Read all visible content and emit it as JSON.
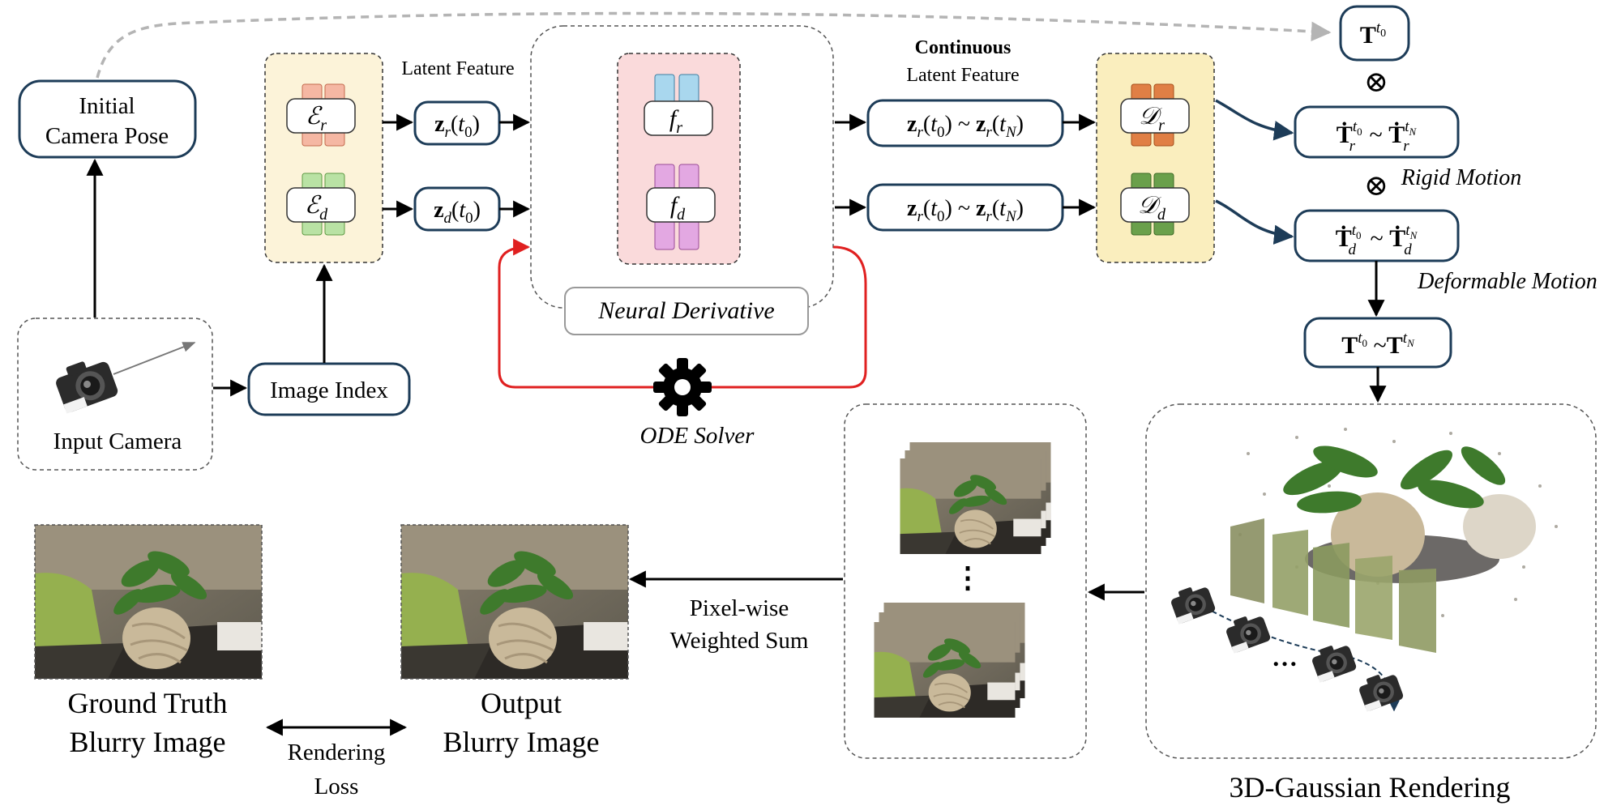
{
  "nodes": {
    "initial_pose": {
      "line1": "Initial",
      "line2": "Camera Pose"
    },
    "input_camera": "Input Camera",
    "image_index": "Image Index",
    "latent_feature_label": "Latent Feature",
    "continuous_label": {
      "line1": "Continuous",
      "line2": "Latent Feature"
    },
    "neural_derivative": "Neural Derivative",
    "ode_solver": "ODE Solver",
    "rigid_motion": "Rigid Motion",
    "deformable_motion": "Deformable Motion",
    "gaussian_rendering": "3D-Gaussian Rendering",
    "weighted_sum": {
      "line1": "Pixel-wise",
      "line2": "Weighted Sum"
    },
    "ground_truth": {
      "line1": "Ground Truth",
      "line2": "Blurry Image"
    },
    "output": {
      "line1": "Output",
      "line2": "Blurry Image"
    },
    "rendering_loss": {
      "line1": "Rendering",
      "line2": "Loss"
    },
    "ellipsis": "…",
    "vdots": "⋮"
  },
  "math": {
    "enc_r": {
      "base": "ℰ",
      "sub": "r"
    },
    "enc_d": {
      "base": "ℰ",
      "sub": "d"
    },
    "f_r": {
      "base": "f",
      "sub": "r"
    },
    "f_d": {
      "base": "f",
      "sub": "d"
    },
    "dec_r": {
      "base": "𝒟",
      "sub": "r"
    },
    "dec_d": {
      "base": "𝒟",
      "sub": "d"
    },
    "z_r_t0": {
      "z": "z",
      "zsub": "r",
      "t": "t",
      "tsub": "0"
    },
    "z_d_t0": {
      "z": "z",
      "zsub": "d",
      "t": "t",
      "tsub": "0"
    },
    "z_range_top": {
      "z": "z",
      "zsub": "r",
      "t": "t",
      "tsub0": "0",
      "tsubN": "N",
      "sep": " ~ "
    },
    "z_range_bottom": {
      "z": "z",
      "zsub": "r",
      "t": "t",
      "tsub0": "0",
      "tsubN": "N",
      "sep": " ~ "
    },
    "T_top": {
      "T": "T",
      "t": "t",
      "sub": "0"
    },
    "T_rigid": {
      "T": "Ṫ",
      "sub": "r",
      "t": "t",
      "s0": "0",
      "sN": "N"
    },
    "T_deform": {
      "T": "Ṫ",
      "sub": "d",
      "t": "t",
      "s0": "0",
      "sN": "N"
    },
    "T_final": {
      "T": "T",
      "t": "t",
      "s0": "0",
      "sN": "N"
    },
    "otimes": "⊗",
    "tilde": "~"
  },
  "colors": {
    "encoder_bg": "#fcf3d9",
    "decoder_bg": "#faeebe",
    "derivative_bg": "#fadadb",
    "node_border": "#1d3c58",
    "ode_loop": "#e02020",
    "pose_dash": "#b4b4b4",
    "enc_r_block": "#f5b7a3",
    "enc_d_block": "#b9e2a4",
    "f_r_block": "#a9d7ee",
    "f_d_block": "#e3a8e2",
    "dec_r_block": "#e07f45",
    "dec_d_block": "#6aa04b",
    "image_wall": "#7a6e5a",
    "image_green": "#95b04f",
    "image_plant": "#3e7a2c",
    "image_ball": "#c9b99a"
  },
  "icons": [
    "camera-icon",
    "gear-icon",
    "plant-photo",
    "point-cloud"
  ]
}
